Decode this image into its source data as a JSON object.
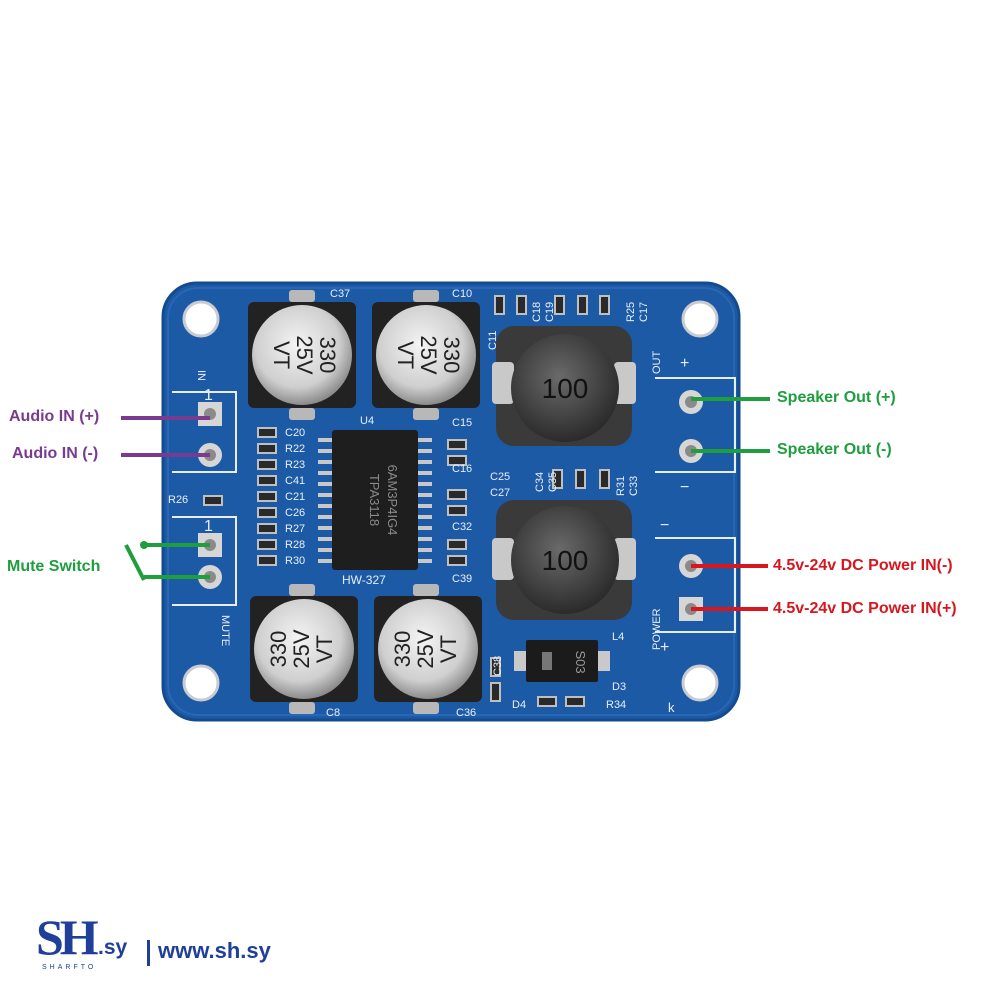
{
  "board": {
    "model": "HW-327",
    "chip_ref": "U4",
    "chip_text_1": "6AM3P4IG4",
    "chip_text_2": "TPA3118",
    "capacitor_label": {
      "value": "330",
      "voltage": "25V",
      "series": "VT"
    },
    "inductor_value": "100",
    "diode_text": "S03",
    "silkscreen": {
      "c37": "C37",
      "c10": "C10",
      "c8": "C8",
      "c36": "C36",
      "c18": "C18",
      "c19": "C19",
      "r25": "R25",
      "c17": "C17",
      "c11": "C11",
      "c20": "C20",
      "r22": "R22",
      "r23": "R23",
      "c41": "C41",
      "c21": "C21",
      "c26": "C26",
      "r27": "R27",
      "r28": "R28",
      "r30": "R30",
      "c15": "C15",
      "c16": "C16",
      "c32": "C32",
      "c39": "C39",
      "c25": "C25",
      "c27": "C27",
      "c34": "C34",
      "c35": "C35",
      "r31": "R31",
      "c33": "C33",
      "c38": "C38",
      "l4": "L4",
      "d3": "D3",
      "d4": "D4",
      "r34": "R34",
      "r26": "R26",
      "out": "OUT",
      "power": "POWER",
      "mute": "MUTE",
      "in": "IN",
      "plus": "+",
      "minus": "−",
      "one": "1",
      "k": "k"
    }
  },
  "callouts": {
    "audio_in_plus": "Audio IN (+)",
    "audio_in_minus": "Audio IN (-)",
    "mute_switch": "Mute Switch",
    "speaker_out_plus": "Speaker Out (+)",
    "speaker_out_minus": "Speaker Out (-)",
    "power_in_minus": "4.5v-24v DC Power IN(-)",
    "power_in_plus": "4.5v-24v DC Power IN(+)"
  },
  "logo": {
    "mark": "SH",
    "suffix": ".sy",
    "subtext": "SHARFTO",
    "url": "www.sh.sy"
  },
  "colors": {
    "pcb": "#1d5aa6",
    "pcb_edge": "#164a8e",
    "audio_callout": "#7a3a8f",
    "speaker_callout": "#1e9e3e",
    "power_callout": "#d7161d",
    "brand": "#1f3f99"
  }
}
